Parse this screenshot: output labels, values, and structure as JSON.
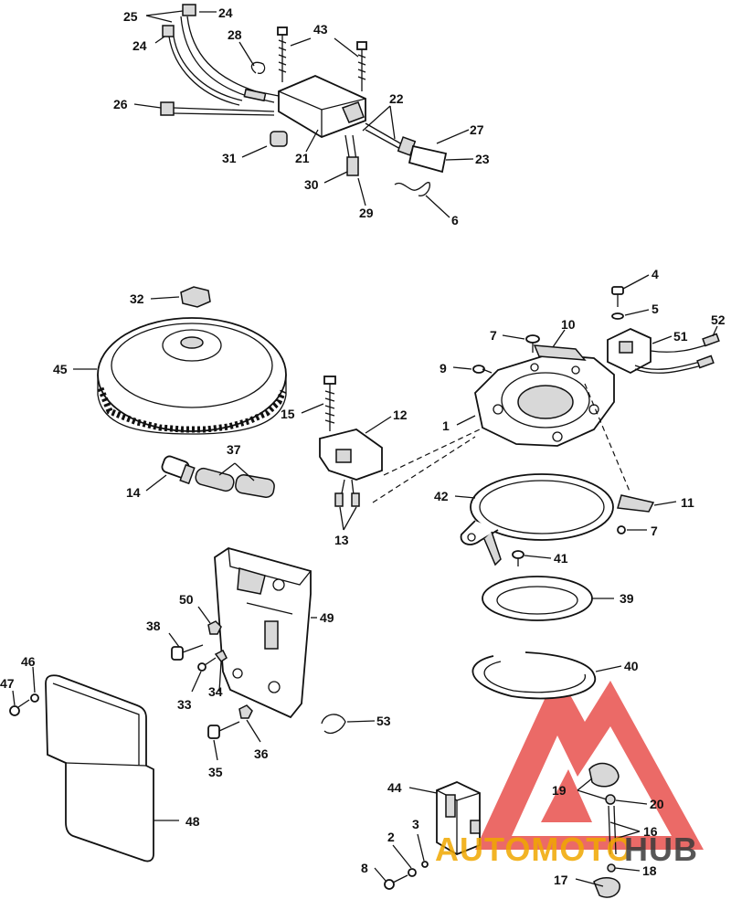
{
  "callouts": {
    "c1": "1",
    "c2": "2",
    "c3": "3",
    "c4": "4",
    "c5": "5",
    "c6": "6",
    "c7a": "7",
    "c7b": "7",
    "c8": "8",
    "c9": "9",
    "c10": "10",
    "c11": "11",
    "c12": "12",
    "c13": "13",
    "c14": "14",
    "c15": "15",
    "c16": "16",
    "c17": "17",
    "c18": "18",
    "c19": "19",
    "c20": "20",
    "c21": "21",
    "c22": "22",
    "c23": "23",
    "c24a": "24",
    "c24b": "24",
    "c25": "25",
    "c26": "26",
    "c27": "27",
    "c28": "28",
    "c29": "29",
    "c30": "30",
    "c31": "31",
    "c32": "32",
    "c33": "33",
    "c34": "34",
    "c35": "35",
    "c36": "36",
    "c37": "37",
    "c38": "38",
    "c39": "39",
    "c40": "40",
    "c41": "41",
    "c42": "42",
    "c43": "43",
    "c44": "44",
    "c45": "45",
    "c46": "46",
    "c47": "47",
    "c48": "48",
    "c49": "49",
    "c50": "50",
    "c51": "51",
    "c52": "52",
    "c53": "53"
  },
  "watermark": {
    "part1": "AUTOMOTO",
    "part2": "HUB",
    "color_orange": "#f0a800",
    "color_dark": "#3a3a3a",
    "color_red": "#e53935"
  }
}
